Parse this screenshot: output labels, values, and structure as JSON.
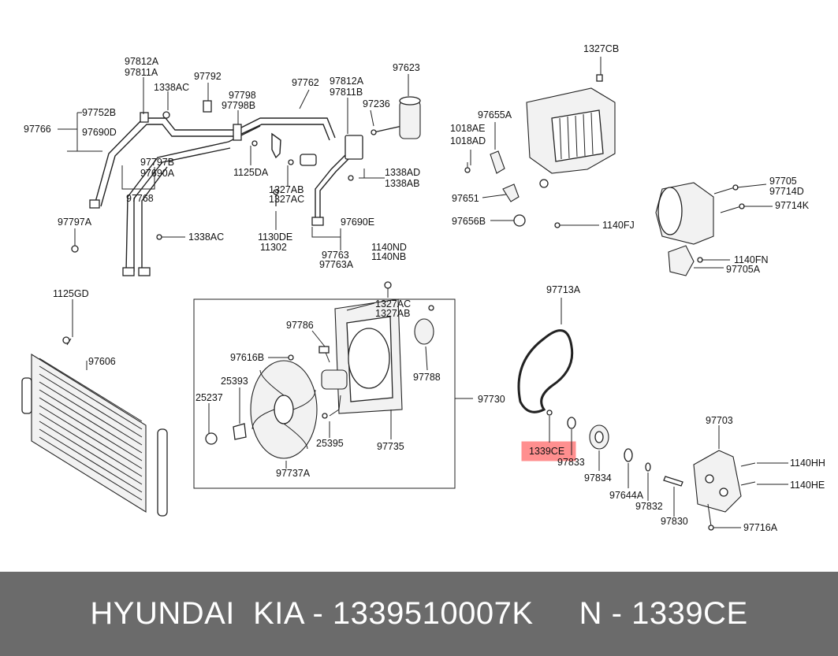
{
  "diagram": {
    "labels": {
      "p97812A_1": "97812A",
      "p97811A": "97811A",
      "p1338AC_1": "1338AC",
      "p97792": "97792",
      "p97798": "97798",
      "p97798B": "97798B",
      "p97762": "97762",
      "p97812A_2": "97812A",
      "p97811B": "97811B",
      "p97236": "97236",
      "p97623": "97623",
      "p97752B": "97752B",
      "p97766": "97766",
      "p97690D": "97690D",
      "p1125DA": "1125DA",
      "p97797B": "97797B",
      "p97690A": "97690A",
      "p97768": "97768",
      "p1327AB": "1327AB",
      "p1327AC": "1327AC",
      "p1338AD": "1338AD",
      "p1338AB": "1338AB",
      "p97797A": "97797A",
      "p1338AC_2": "1338AC",
      "p1130DE": "1130DE",
      "p11302": "11302",
      "p97690E": "97690E",
      "p97763": "97763",
      "p97763A": "97763A",
      "p1140ND": "1140ND",
      "p1140NB": "1140NB",
      "p1327CB": "1327CB",
      "p97655A": "97655A",
      "p1018AE": "1018AE",
      "p1018AD": "1018AD",
      "p97651": "97651",
      "p97656B": "97656B",
      "p1140FJ": "1140FJ",
      "p97705": "97705",
      "p97714D": "97714D",
      "p97714K": "97714K",
      "p1140FN": "1140FN",
      "p97705A": "97705A",
      "p1125GD": "1125GD",
      "p97606": "97606",
      "p1327AC_2": "1327AC",
      "p1327AB_2": "1327AB",
      "p97786": "97786",
      "p97616B": "97616B",
      "p97788": "97788",
      "p25393": "25393",
      "p25237": "25237",
      "p97730": "97730",
      "p25395": "25395",
      "p97735": "97735",
      "p97737A": "97737A",
      "p97713A": "97713A",
      "p1339CE": "1339CE",
      "p97833": "97833",
      "p97834": "97834",
      "p97703": "97703",
      "p1140HH": "1140HH",
      "p1140HE": "1140HE",
      "p97644A": "97644A",
      "p97832": "97832",
      "p97830": "97830",
      "p97716A": "97716A"
    },
    "highlight_color": "#ff8f8f"
  },
  "banner": {
    "text": "HYUNDAI  KIA - 1339510007K     N - 1339CE",
    "background": "#6b6b6b"
  }
}
